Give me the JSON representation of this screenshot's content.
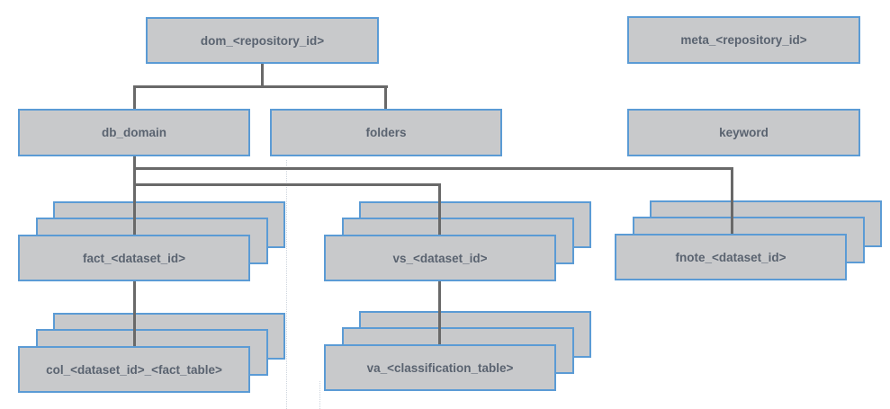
{
  "nodes": {
    "dom": {
      "label": "dom_<repository_id>"
    },
    "meta": {
      "label": "meta_<repository_id>"
    },
    "db_domain": {
      "label": "db_domain"
    },
    "folders": {
      "label": "folders"
    },
    "keyword": {
      "label": "keyword"
    },
    "fact": {
      "label": "fact_<dataset_id>",
      "stacked": true
    },
    "vs": {
      "label": "vs_<dataset_id>",
      "stacked": true
    },
    "fnote": {
      "label": "fnote_<dataset_id>",
      "stacked": true
    },
    "col": {
      "label": "col_<dataset_id>_<fact_table>",
      "stacked": true
    },
    "va": {
      "label": "va_<classification_table>",
      "stacked": true
    }
  },
  "edges": [
    {
      "from": "dom_<repository_id>",
      "to": "db_domain"
    },
    {
      "from": "dom_<repository_id>",
      "to": "folders"
    },
    {
      "from": "db_domain",
      "to": "fact_<dataset_id>"
    },
    {
      "from": "db_domain",
      "to": "vs_<dataset_id>"
    },
    {
      "from": "db_domain",
      "to": "fnote_<dataset_id>"
    },
    {
      "from": "fact_<dataset_id>",
      "to": "col_<dataset_id>_<fact_table>"
    },
    {
      "from": "vs_<dataset_id>",
      "to": "va_<classification_table>"
    }
  ],
  "colors": {
    "box_fill": "#c8c9cb",
    "box_border": "#5b9bd5",
    "label_text": "#5a6370",
    "connector": "#696969",
    "background": "#ffffff"
  }
}
